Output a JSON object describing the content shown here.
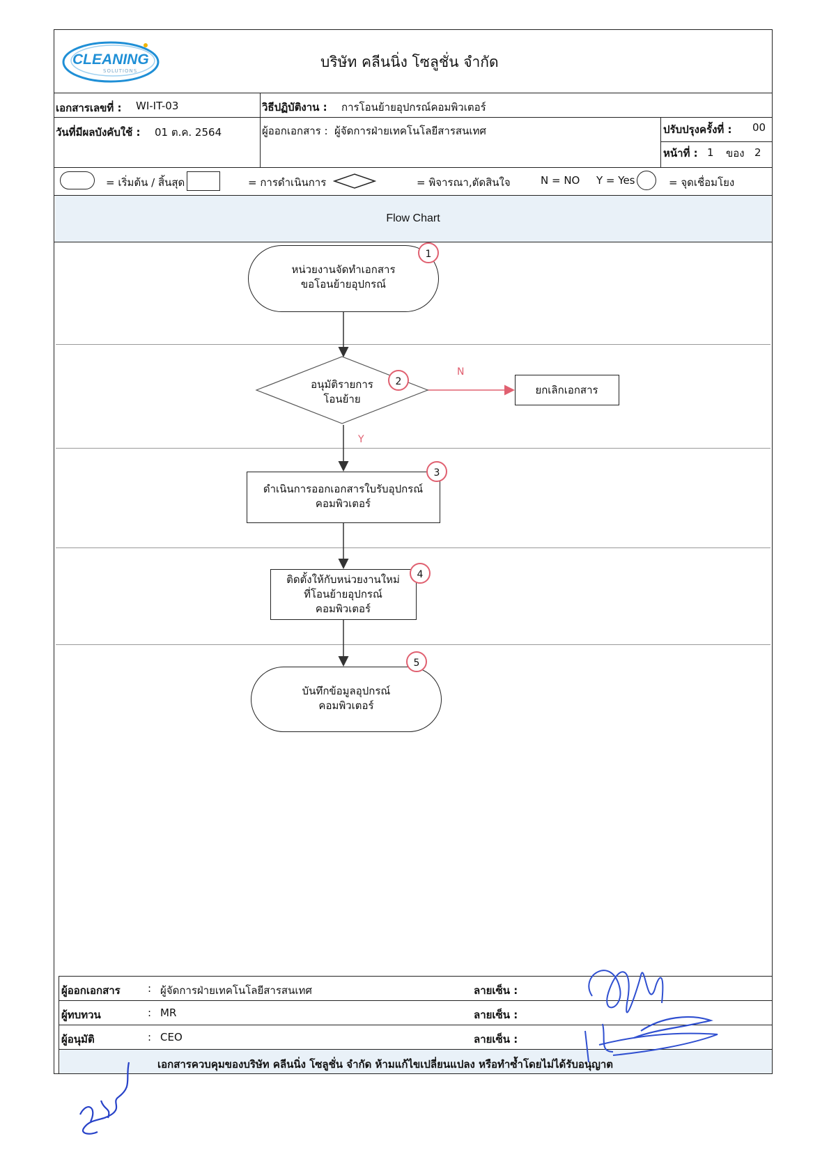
{
  "header": {
    "logo_text": "CLEANING",
    "logo_sub": "SOLUTIONS",
    "company": "บริษัท คลีนนิ่ง โซลูชั่น จำกัด"
  },
  "meta": {
    "doc_no_label": "เอกสารเลขที่ :",
    "doc_no": "WI-IT-03",
    "procedure_label": "วิธีปฏิบัติงาน :",
    "procedure": "การโอนย้ายอุปกรณ์คอมพิวเตอร์",
    "effective_label": "วันที่มีผลบังคับใช้ :",
    "effective": "01 ต.ค. 2564",
    "issuer_label": "ผู้ออกเอกสาร :",
    "issuer": "ผู้จัดการฝ่ายเทคโนโลยีสารสนเทศ",
    "revision_label": "ปรับปรุงครั้งที่ :",
    "revision": "00",
    "page_label": "หน้าที่ :",
    "page_no": "1",
    "page_of": "ของ",
    "page_total": "2"
  },
  "legend": {
    "start_end": "= เริ่มต้น / สิ้นสุด",
    "process": "= การดำเนินการ",
    "decision": "= พิจารณา,ตัดสินใจ",
    "no": "N = NO",
    "yes": "Y = Yes",
    "connector": "= จุดเชื่อมโยง"
  },
  "section_title": "Flow Chart",
  "flow": {
    "n1": {
      "num": "1",
      "line1": "หน่วยงานจัดทำเอกสาร",
      "line2": "ขอโอนย้ายอุปกรณ์"
    },
    "n2": {
      "num": "2",
      "line1": "อนุมัติรายการ",
      "line2": "โอนย้าย"
    },
    "n2_no": "ยกเลิกเอกสาร",
    "label_n": "N",
    "label_y": "Y",
    "n3": {
      "num": "3",
      "line1": "ดำเนินการออกเอกสารใบรับอุปกรณ์",
      "line2": "คอมพิวเตอร์"
    },
    "n4": {
      "num": "4",
      "line1": "ติดตั้งให้กับหน่วยงานใหม่",
      "line2": "ที่โอนย้ายอุปกรณ์",
      "line3": "คอมพิวเตอร์"
    },
    "n5": {
      "num": "5",
      "line1": "บันทึกข้อมูลอุปกรณ์",
      "line2": "คอมพิวเตอร์"
    }
  },
  "footer": {
    "rows": [
      {
        "role": "ผู้ออกเอกสาร",
        "name": "ผู้จัดการฝ่ายเทคโนโลยีสารสนเทศ",
        "sign_label": "ลายเซ็น :"
      },
      {
        "role": "ผู้ทบทวน",
        "name": "MR",
        "sign_label": "ลายเซ็น :"
      },
      {
        "role": "ผู้อนุมัติ",
        "name": "CEO",
        "sign_label": "ลายเซ็น :"
      }
    ],
    "colon": ":",
    "notice": "เอกสารควบคุมของบริษัท คลีนนิ่ง โซลูชั่น จำกัด ห้ามแก้ไขเปลี่ยนแปลง หรือทำซ้ำโดยไม่ได้รับอนุญาต"
  },
  "colors": {
    "accent_red": "#e06070",
    "logo_blue": "#1f8fd6",
    "band_blue": "#e9f1f8",
    "ink_blue": "#2742c8"
  }
}
